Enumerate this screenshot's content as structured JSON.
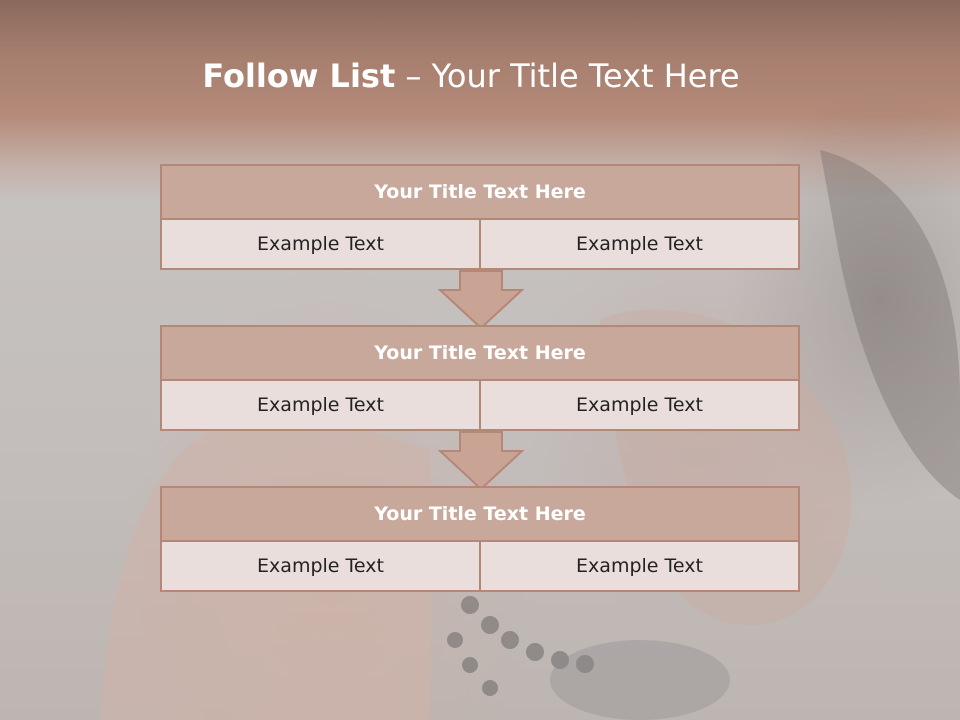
{
  "slide": {
    "title_bold": "Follow List",
    "title_rest": " – Your Title Text Here",
    "colors": {
      "header_fill": "#c7a89b",
      "border": "#b48777",
      "cell_fill": "#eadedc",
      "arrow_fill": "#c9a394"
    },
    "blocks": [
      {
        "title": "Your Title Text Here",
        "left": "Example Text",
        "right": "Example Text"
      },
      {
        "title": "Your Title Text Here",
        "left": "Example Text",
        "right": "Example Text"
      },
      {
        "title": "Your Title Text Here",
        "left": "Example Text",
        "right": "Example Text"
      }
    ]
  }
}
